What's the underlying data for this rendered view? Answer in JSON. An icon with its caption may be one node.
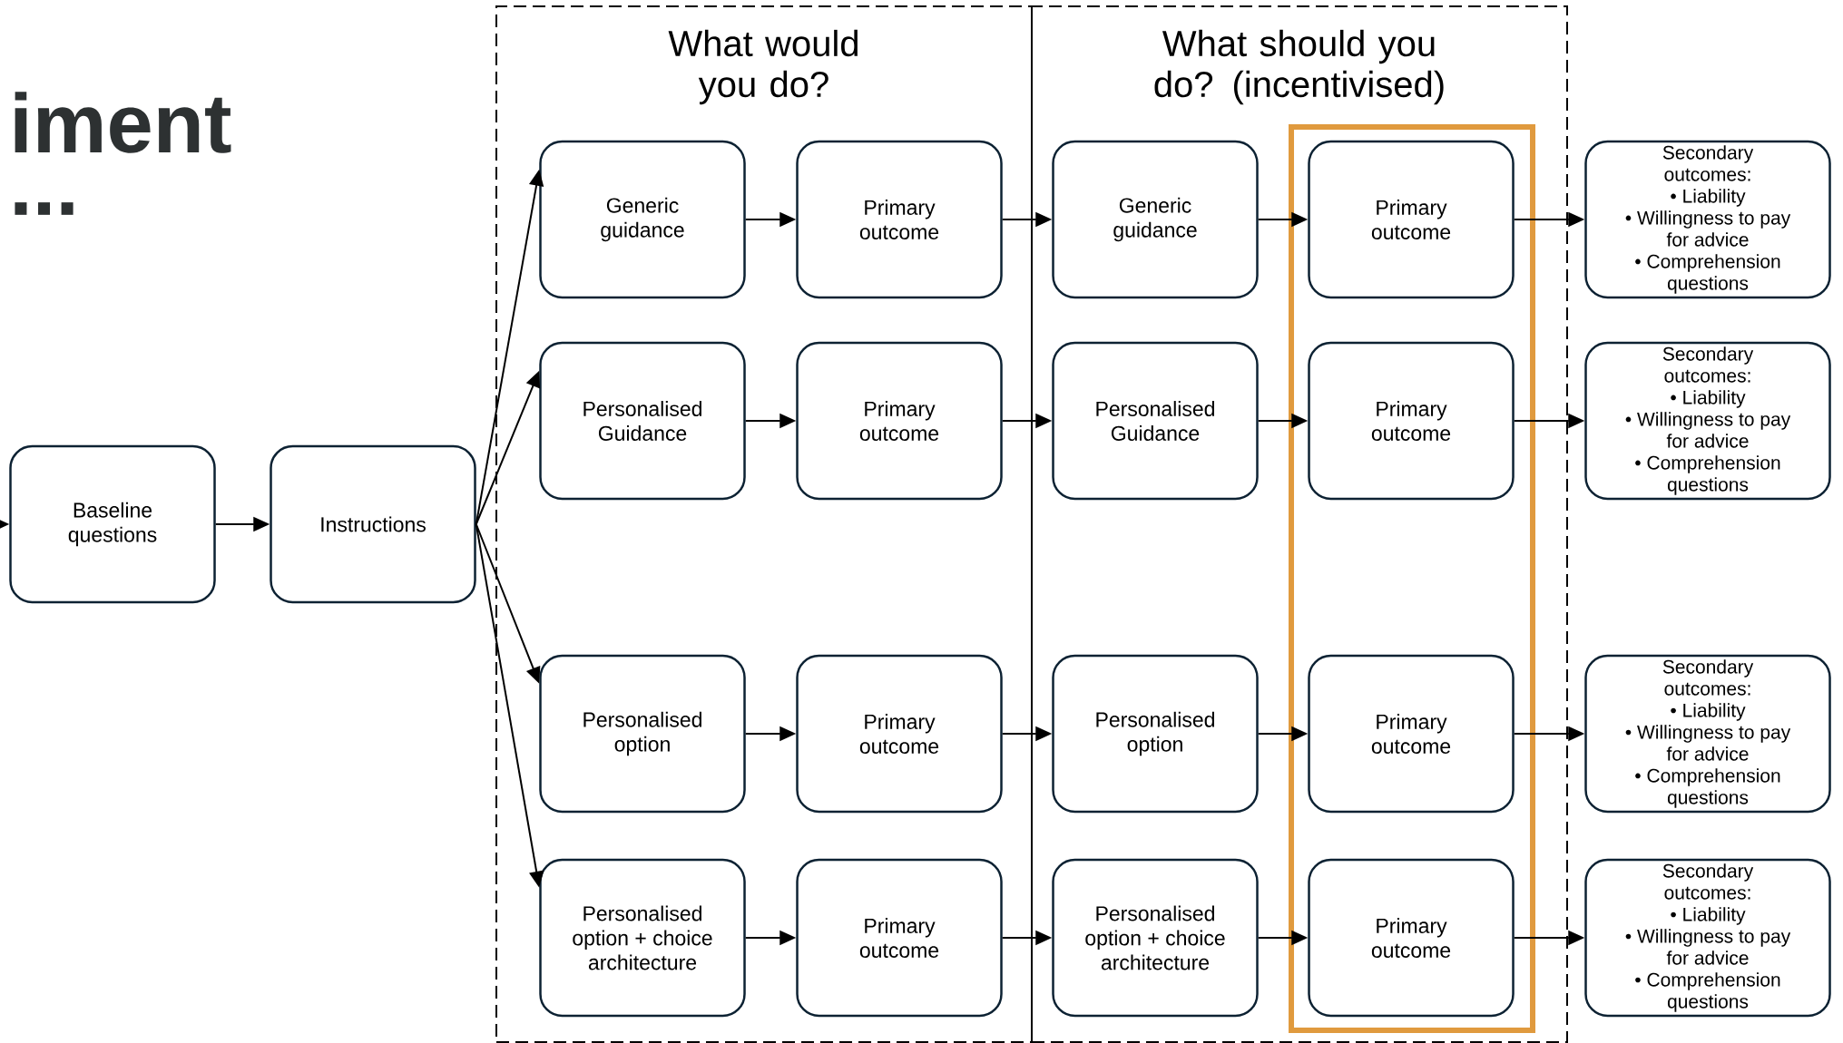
{
  "diagram": {
    "nodes": [
      {
        "text": [
          "Baseline questions"
        ]
      },
      {
        "text": [
          "Instructions"
        ]
      },
      {
        "text": [
          "What would you do?"
        ]
      },
      {
        "text": [
          "Generic guidance"
        ],
        "in": 2
      },
      {
        "text": [
          "Primary outcome"
        ],
        "in": 2
      },
      {
        "text": [
          "Personalised Guidance"
        ],
        "in": 2
      },
      {
        "text": [
          "Primary outcome"
        ],
        "in": 2
      },
      {
        "text": [
          "Personalised option"
        ],
        "in": 2
      },
      {
        "text": [
          "Primary outcome"
        ],
        "in": 2
      },
      {
        "text": [
          "Personalised option + choice architecture"
        ],
        "in": 2
      },
      {
        "text": [
          "Primary outcome"
        ],
        "in": 2
      },
      {
        "text": [
          "What should you do? (incentivised)"
        ]
      },
      {
        "text": [
          "Generic guidance"
        ],
        "in": 11
      },
      {
        "text": [],
        "shape": "box",
        "in": 11
      },
      {
        "text": [
          "Primary outcome"
        ],
        "in": 13
      },
      {
        "text": [
          "Personalised Guidance"
        ],
        "in": 11
      },
      {
        "text": [
          "Primary outcome"
        ],
        "in": 13
      },
      {
        "text": [
          "Personalised option"
        ],
        "in": 11
      },
      {
        "text": [
          "Primary outcome"
        ],
        "in": 13
      },
      {
        "text": [
          "Personalised option + choice architecture"
        ],
        "in": 11
      },
      {
        "text": [
          "Primary outcome"
        ],
        "in": 13
      },
      {
        "text": [
          "Secondary outcomes:",
          "• Liability",
          "• Willingness to pay for advice",
          "• Comprehension questions"
        ]
      },
      {
        "text": [
          "Secondary outcomes:",
          "• Liability",
          "• Willingness to pay for advice",
          "• Comprehension questions"
        ]
      },
      {
        "text": [
          "Secondary outcomes:",
          "• Liability",
          "• Willingness to pay for advice",
          "• Comprehension questions"
        ]
      },
      {
        "text": [
          "Secondary outcomes:",
          "• Liability",
          "• Willingness to pay for advice",
          "• Comprehension questions"
        ]
      }
    ],
    "edges": [
      {
        "from": null,
        "to": 0,
        "arrow": "to"
      },
      {
        "from": 0,
        "to": 1,
        "arrow": "to"
      },
      {
        "from": 1,
        "to": 3,
        "arrow": "to"
      },
      {
        "from": 1,
        "to": 5,
        "arrow": "to"
      },
      {
        "from": 1,
        "to": 7,
        "arrow": "to"
      },
      {
        "from": 1,
        "to": 9,
        "arrow": "to"
      },
      {
        "from": 3,
        "to": 4,
        "arrow": "to"
      },
      {
        "from": 5,
        "to": 6,
        "arrow": "to"
      },
      {
        "from": 7,
        "to": 8,
        "arrow": "to"
      },
      {
        "from": 9,
        "to": 10,
        "arrow": "to"
      },
      {
        "from": 4,
        "to": 12,
        "arrow": "to"
      },
      {
        "from": 6,
        "to": 15,
        "arrow": "to"
      },
      {
        "from": 8,
        "to": 17,
        "arrow": "to"
      },
      {
        "from": 10,
        "to": 19,
        "arrow": "to"
      },
      {
        "from": 12,
        "to": 14,
        "arrow": "to"
      },
      {
        "from": 15,
        "to": 16,
        "arrow": "to"
      },
      {
        "from": 17,
        "to": 18,
        "arrow": "to"
      },
      {
        "from": 19,
        "to": 20,
        "arrow": "to"
      },
      {
        "from": 14,
        "to": 21,
        "arrow": "to"
      },
      {
        "from": 16,
        "to": 22,
        "arrow": "to"
      },
      {
        "from": 18,
        "to": 23,
        "arrow": "to"
      },
      {
        "from": 20,
        "to": 24,
        "arrow": "to"
      }
    ],
    "labels": [
      "iment",
      "..."
    ]
  }
}
